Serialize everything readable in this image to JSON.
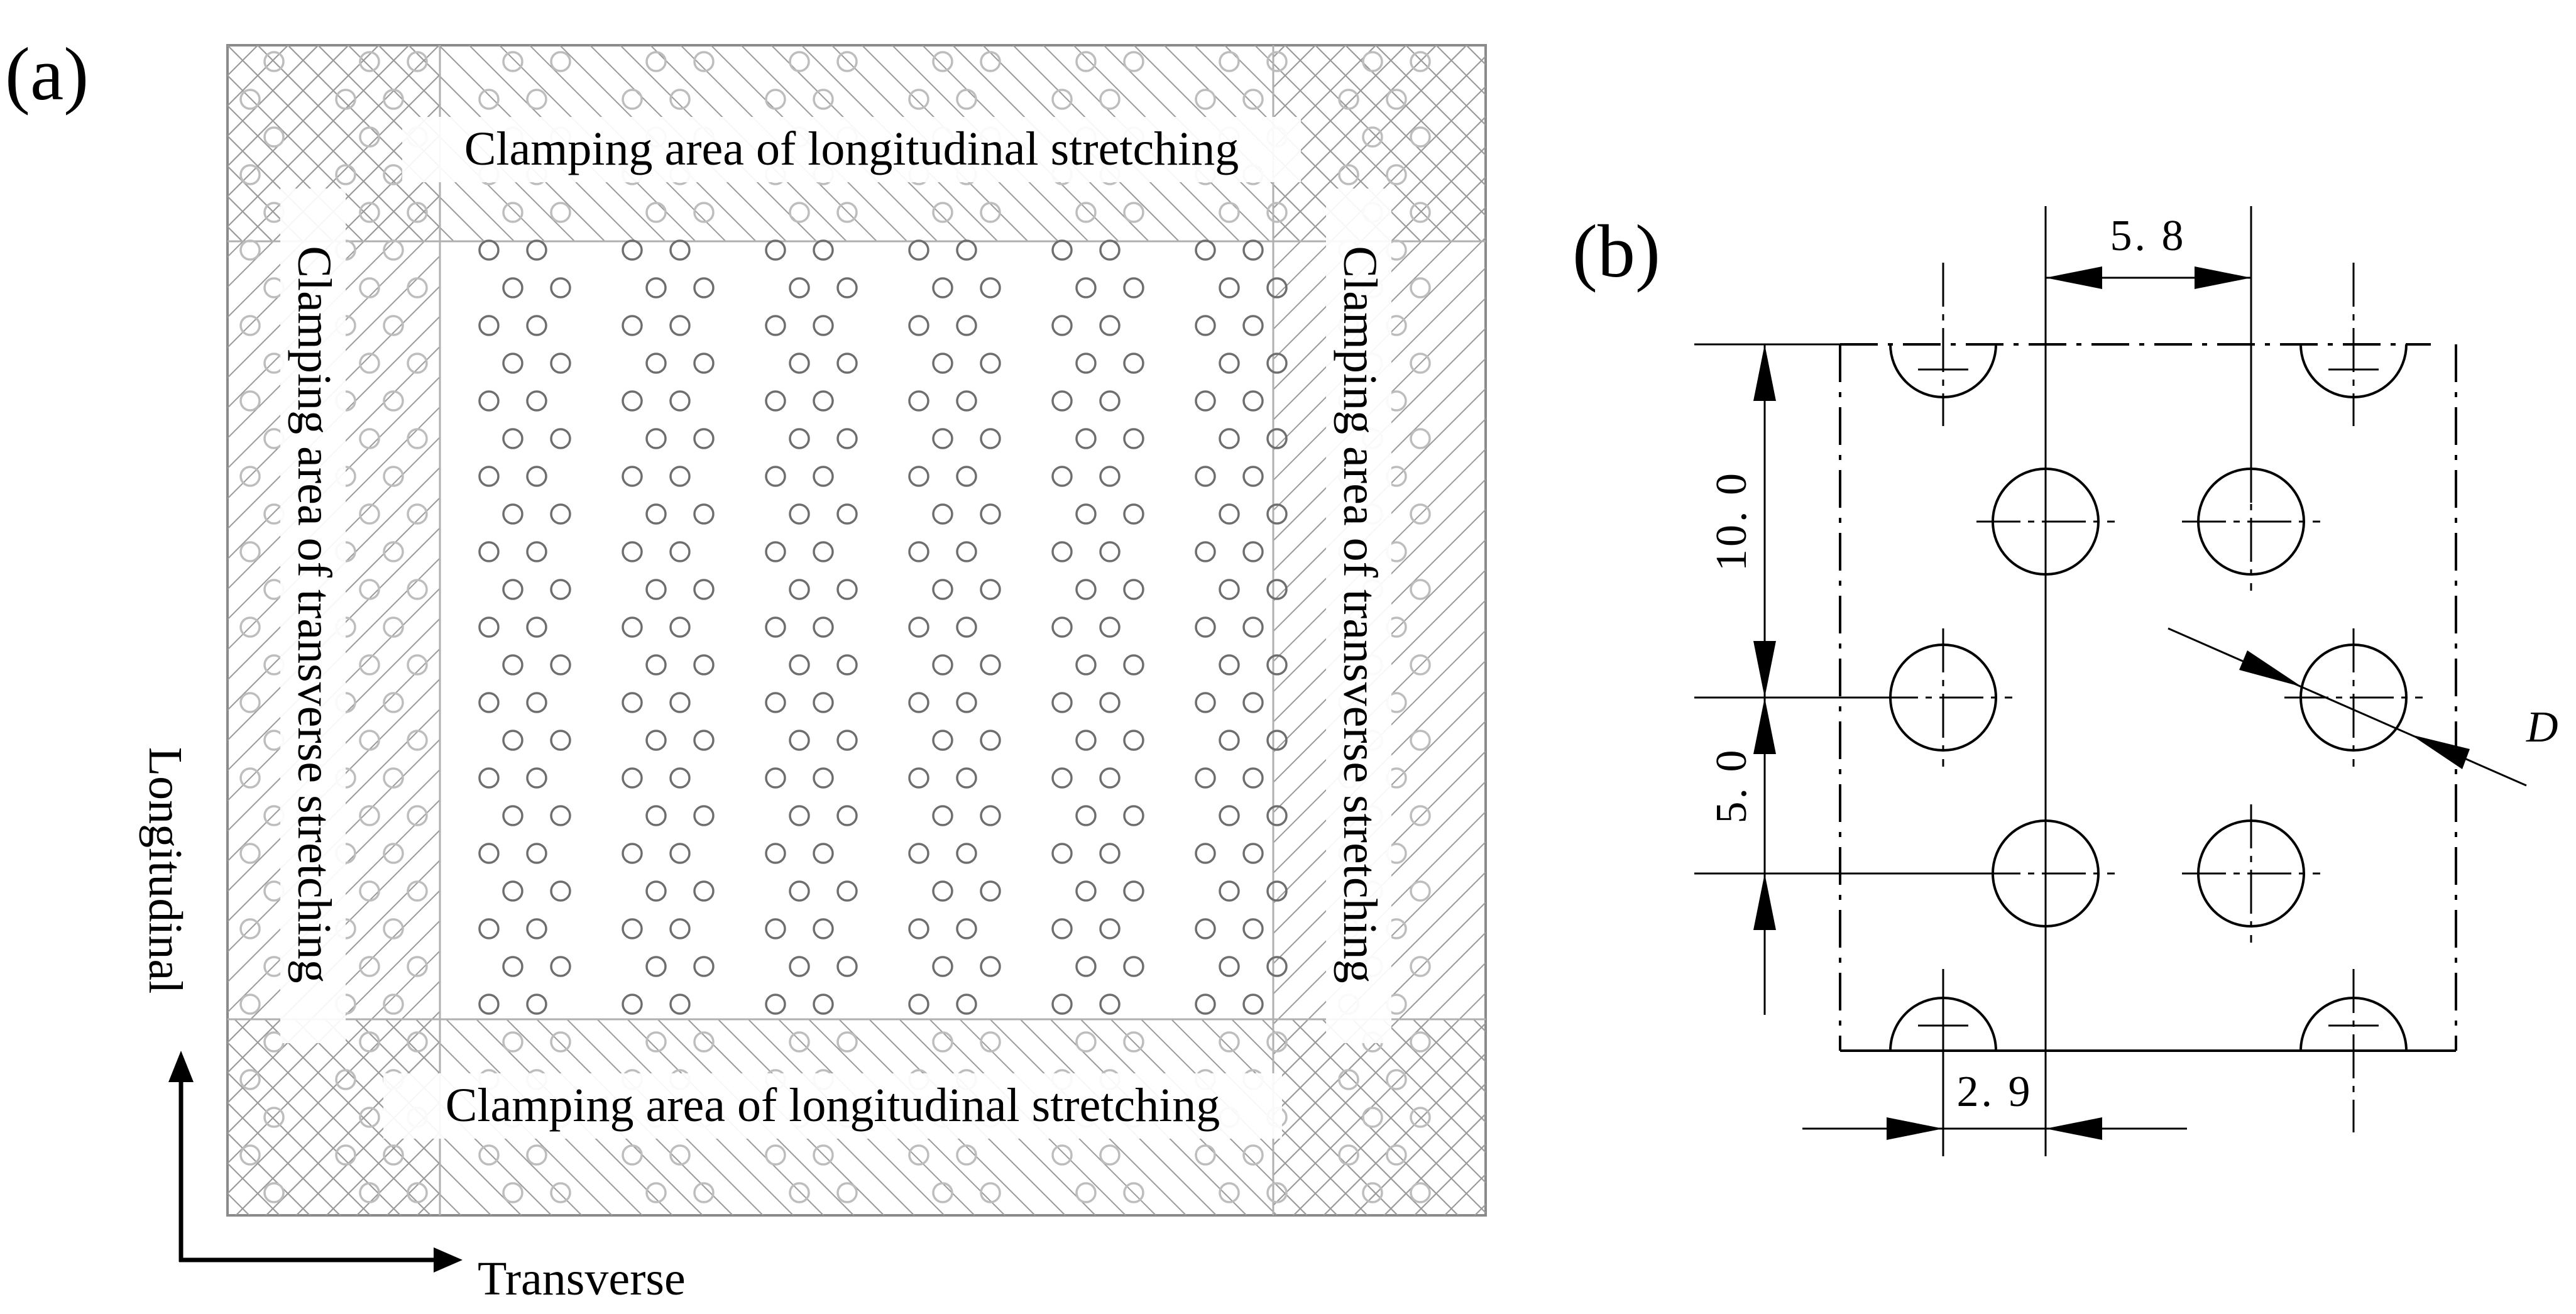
{
  "panel_a": {
    "label": "(a)",
    "clamp_top": "Clamping area of longitudinal stretching",
    "clamp_bottom": "Clamping area of longitudinal stretching",
    "clamp_left": "Clamping area of transverse stretching",
    "clamp_right": "Clamping area of transverse stretching",
    "axis_longitudinal": "Longitudinal",
    "axis_transverse": "Transverse"
  },
  "panel_b": {
    "label": "(b)",
    "dim_pitch_x": "5. 8",
    "dim_pitch_y": "10. 0",
    "dim_offset_y": "5. 0",
    "dim_offset_x": "2. 9",
    "dim_diameter": "D"
  }
}
